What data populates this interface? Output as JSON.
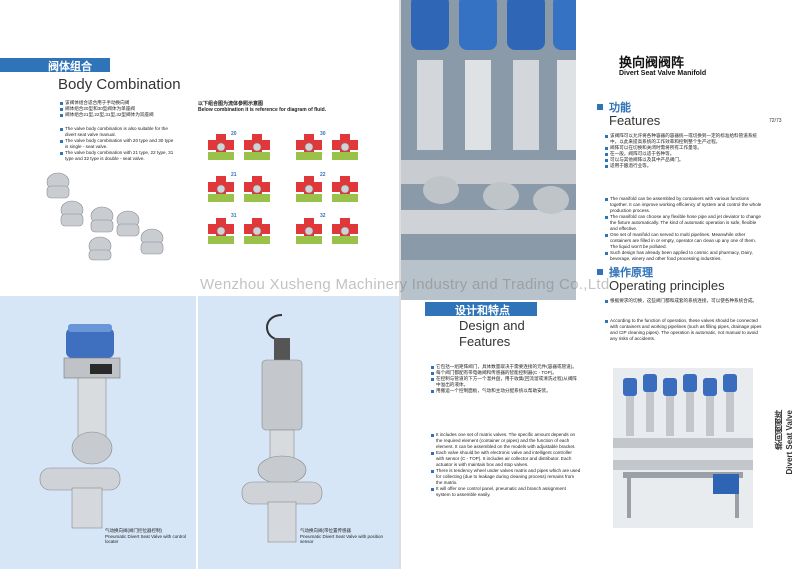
{
  "left": {
    "header_cn": "阀体组合",
    "title_en": "Body Combination",
    "bullets_cn": [
      "该阀体组合适合用于手动换向阀",
      "阀体组合20型和30型阀体为单座阀",
      "阀体组合21型,22型,31型,32型阀体为双座阀"
    ],
    "bullets_en": [
      "The valve body combination is also suitable for the divert seat valve manual.",
      "The valve body combination with 20 type and 30 type is single - seat valve.",
      "The valve body combination with 21 type, 22 type, 31 type and 32 type is double - seat valve."
    ],
    "ref_cn": "以下组合图为流体参照示意图",
    "ref_en": "Below combination it is reference for diagram of fluid.",
    "diagram_numbers": [
      "20",
      "30",
      "21",
      "22",
      "31",
      "32"
    ],
    "caption1_cn": "气动换向阀(阀门控位器控制)",
    "caption1_en": "Pneumatic Divert Seat Valve with control locater",
    "caption2_cn": "气动换向阀(带位置传感器",
    "caption2_en": "Pneumatic Divert Seat Valve with position sensor"
  },
  "right": {
    "page_no": "72/73",
    "title_cn": "换向阀阀阵",
    "title_en": "Divert Seat Valve Manifold",
    "func_cn": "功能",
    "func_en": "Features",
    "func_bullets_cn": [
      "该阀阵可以允许将各种容器的容器统一或切换到一定的标准给料管道系统中，以此来提高系统的工作效率和控制整个生产过程。",
      "阀阵可以在切换和关闭时需将所有工作量等。",
      "在一般，阀阵可以适于各种等。",
      "可以与其他阀阵以及其中产品阀门。",
      "适用于酿酒行业等。"
    ],
    "func_bullets_en": [
      "The manifold can be assembled by containers with various functions together. It can improve working efficiency of system and control the whole production process.",
      "The manifold can choose any flexible hose pipe and jet deviator to change the fixture automatically. The kind of automatic operation is safe, flexible and effective.",
      "One set of manifold can served to multi pipelines. Meanwhile other containers are filled in or empty, operator can clean up any one of them. The liquid won't be polluted.",
      "Such design has already been applied to cosmic and pharmacy, Dairy, beverage, winery and other food processing industries."
    ],
    "op_cn": "操作原理",
    "op_en": "Operating principles",
    "op_bullets_cn": [
      "根据要求的切换，这些阀门都和成套的系统连接，可以使各种系统合成。"
    ],
    "op_bullets_en": [
      "According to the function of operation, these valves should be connected with containers and working pipelines (such as filling pipes, drainage pipes and CIP cleaning pipes). The operation is automatic, not manual to avoid any risks of accidents."
    ],
    "design_cn": "设计和特点",
    "design_en": "Design and Features",
    "design_bullets_cn": [
      "它包括一组矩阵阀门，具体数量取决于需要连接的元件(容器或管道)。",
      "每个阀门都配有带电磁阀和传感器的智能控制器(C - TOP)。",
      "在控制与管道的下方一个溜井盘，用于收集(回流溜或清洗过程)从阀阵中溢出的液体。",
      "用搬运一个控制面板，气动和主动分配系统以帮助安装。"
    ],
    "design_bullets_en": [
      "It includes one set of matrix valves. The specific amount depends on the required element (container or pipes) and the function of each element. It can be assembled on the models with adjustable bracket.",
      "Each valve should be with electronic valve and intelligent controller with sensor (C - TOP). It includes air collector and distributor. Each actuator is with maintain box and stop valves.",
      "There is tendency wheel under valves matrix and pipes which are used for collecting (due to leakage during cleaning process) remains from the matrix.",
      "It will offer one control panel, pneumatic and branch assignment system to assemble easily."
    ],
    "side_cn": "换向阀阀阵",
    "side_en": "Divert Seat Valve"
  },
  "watermark": "Wenzhou Xusheng Machinery Industry and Trading Co.,Ltd.",
  "colors": {
    "accent": "#2f73b8",
    "panel": "#d6e6f7",
    "actuator": "#3f6fbf"
  }
}
